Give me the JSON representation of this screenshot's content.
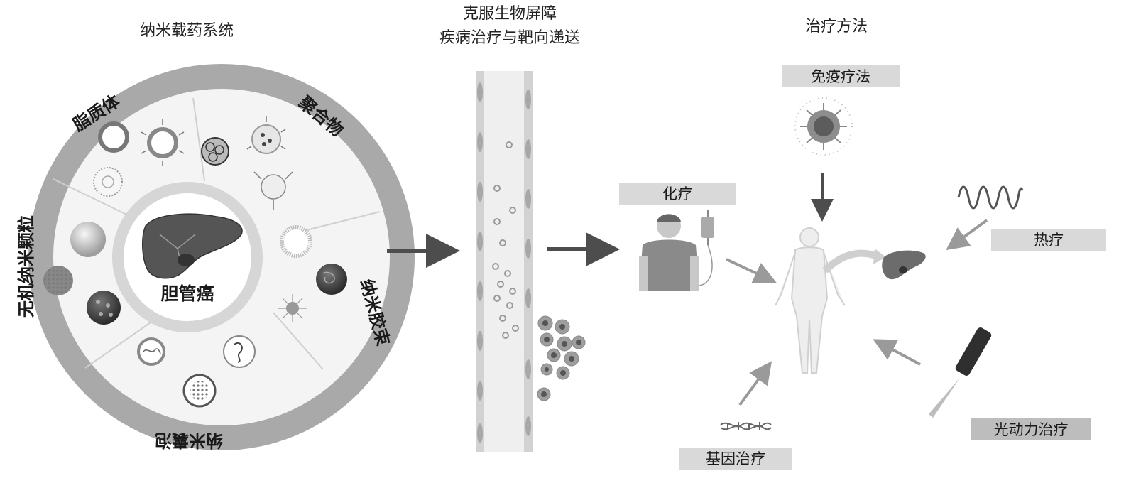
{
  "headers": {
    "nano_system": "纳米载药系统",
    "barrier_line1": "克服生物屏障",
    "barrier_line2": "疾病治疗与靶向递送",
    "therapy_methods": "治疗方法"
  },
  "wheel": {
    "center_label": "胆管癌",
    "segments": {
      "liposome": "脂质体",
      "polymer": "聚合物",
      "micelle": "纳米胶束",
      "capsule": "纳米囊泡",
      "inorganic": "无机纳米颗粒"
    }
  },
  "therapies": {
    "immunotherapy": "免疫疗法",
    "chemotherapy": "化疗",
    "thermotherapy": "热疗",
    "photodynamic": "光动力治疗",
    "gene_therapy": "基因治疗"
  },
  "colors": {
    "ring": "#a7a7a7",
    "inner_disc": "#f3f3f3",
    "label_box": "#d9d9d9",
    "label_box_dark": "#bdbdbd",
    "arrow": "#4d4d4d",
    "arrow_light": "#9a9a9a"
  }
}
